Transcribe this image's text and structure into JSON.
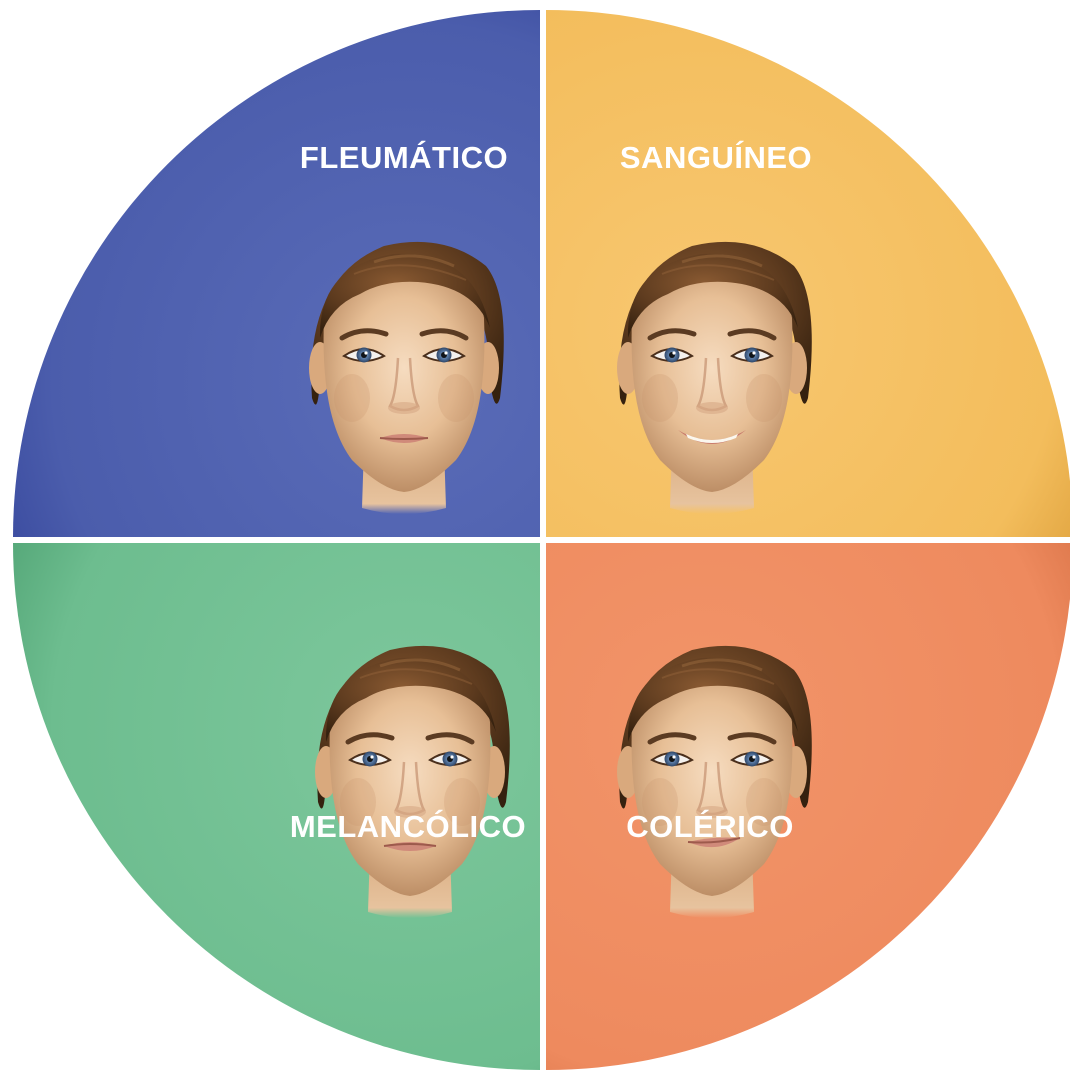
{
  "quadrants": [
    {
      "id": "top-left",
      "label": "FLEUMÁTICO",
      "color": "#4d5fae",
      "expression": "neutral"
    },
    {
      "id": "top-right",
      "label": "SANGUÍNEO",
      "color": "#f5c062",
      "expression": "smile"
    },
    {
      "id": "bottom-left",
      "label": "MELANCÓLICO",
      "color": "#72c095",
      "expression": "sad"
    },
    {
      "id": "bottom-right",
      "label": "COLÉRICO",
      "color": "#ef8c62",
      "expression": "smirk"
    }
  ]
}
